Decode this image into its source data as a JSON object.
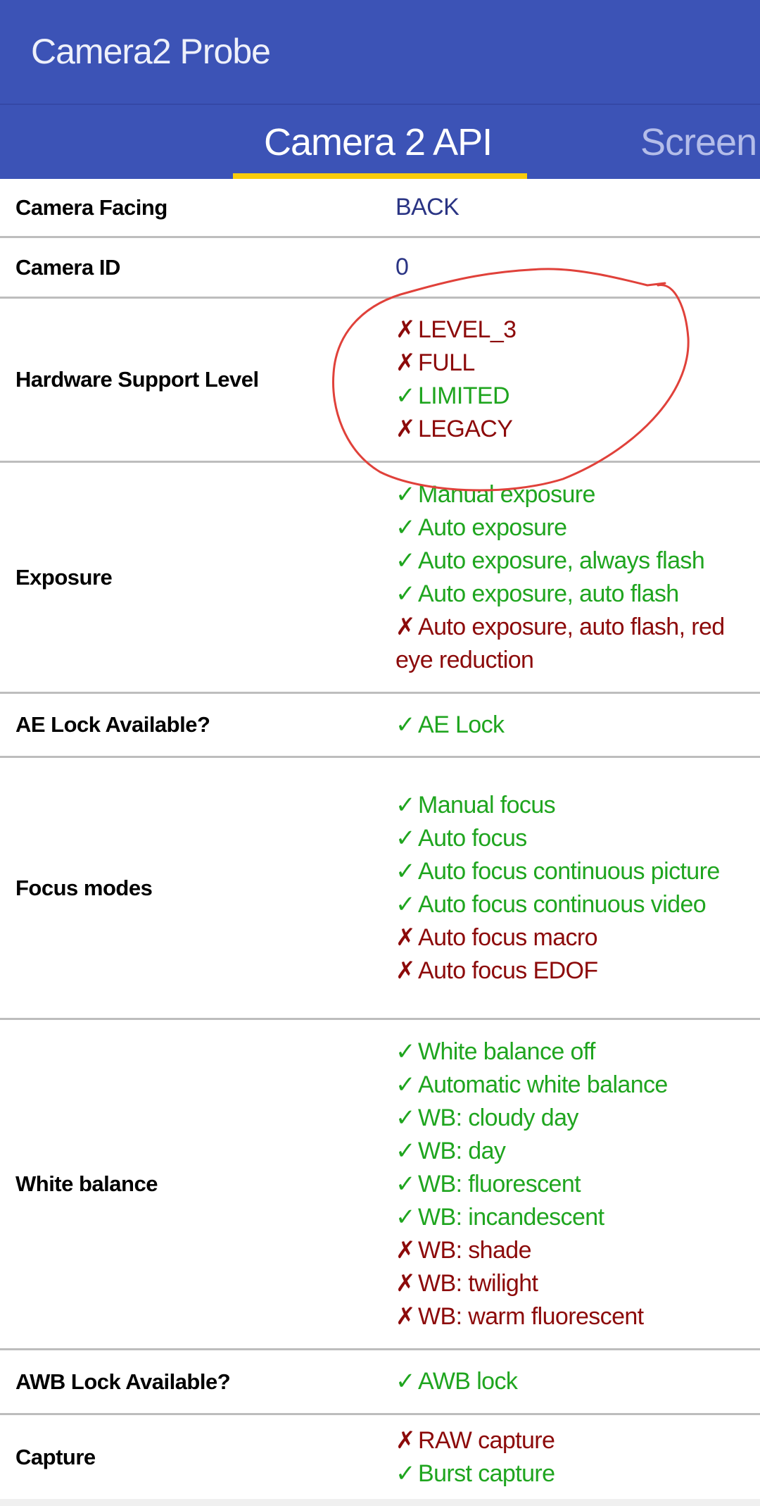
{
  "app_title": "Camera2 Probe",
  "tabs": [
    {
      "label": "Camera 2 API",
      "active": true
    },
    {
      "label": "Screen",
      "active": false
    }
  ],
  "colors": {
    "appbar": "#3c53b6",
    "indicator": "#f8cc0c",
    "supported": "#1fa51f",
    "unsupported": "#8c0a0a",
    "annotation": "#e0413a"
  },
  "rows": [
    {
      "label": "Camera Facing",
      "values": [
        {
          "text": "BACK",
          "status": "plain"
        }
      ]
    },
    {
      "label": "Camera ID",
      "values": [
        {
          "text": "0",
          "status": "plain"
        }
      ]
    },
    {
      "label": "Hardware Support Level",
      "values": [
        {
          "mark": "✗",
          "text": "LEVEL_3",
          "status": "no"
        },
        {
          "mark": "✗",
          "text": "FULL",
          "status": "no"
        },
        {
          "mark": "✓",
          "text": "LIMITED",
          "status": "ok"
        },
        {
          "mark": "✗",
          "text": "LEGACY",
          "status": "no"
        }
      ]
    },
    {
      "label": "Exposure",
      "values": [
        {
          "mark": "✓",
          "text": "Manual exposure",
          "status": "ok"
        },
        {
          "mark": "✓",
          "text": "Auto exposure",
          "status": "ok"
        },
        {
          "mark": "✓",
          "text": "Auto exposure, always flash",
          "status": "ok"
        },
        {
          "mark": "✓",
          "text": "Auto exposure, auto flash",
          "status": "ok"
        },
        {
          "mark": "✗",
          "text": "Auto exposure, auto flash, red eye reduction",
          "status": "no"
        }
      ]
    },
    {
      "label": "AE Lock Available?",
      "values": [
        {
          "mark": "✓",
          "text": "AE Lock",
          "status": "ok"
        }
      ]
    },
    {
      "label": "Focus modes",
      "values": [
        {
          "mark": "✓",
          "text": "Manual focus",
          "status": "ok"
        },
        {
          "mark": "✓",
          "text": "Auto focus",
          "status": "ok"
        },
        {
          "mark": "✓",
          "text": "Auto focus continuous picture",
          "status": "ok"
        },
        {
          "mark": "✓",
          "text": "Auto focus continuous video",
          "status": "ok"
        },
        {
          "mark": "✗",
          "text": "Auto focus macro",
          "status": "no"
        },
        {
          "mark": "✗",
          "text": "Auto focus EDOF",
          "status": "no"
        }
      ]
    },
    {
      "label": "White balance",
      "values": [
        {
          "mark": "✓",
          "text": "White balance off",
          "status": "ok"
        },
        {
          "mark": "✓",
          "text": "Automatic white balance",
          "status": "ok"
        },
        {
          "mark": "✓",
          "text": "WB: cloudy day",
          "status": "ok"
        },
        {
          "mark": "✓",
          "text": "WB: day",
          "status": "ok"
        },
        {
          "mark": "✓",
          "text": "WB: fluorescent",
          "status": "ok"
        },
        {
          "mark": "✓",
          "text": "WB: incandescent",
          "status": "ok"
        },
        {
          "mark": "✗",
          "text": "WB: shade",
          "status": "no"
        },
        {
          "mark": "✗",
          "text": "WB: twilight",
          "status": "no"
        },
        {
          "mark": "✗",
          "text": "WB: warm fluorescent",
          "status": "no"
        }
      ]
    },
    {
      "label": "AWB Lock Available?",
      "values": [
        {
          "mark": "✓",
          "text": "AWB lock",
          "status": "ok"
        }
      ]
    },
    {
      "label": "Capture",
      "values": [
        {
          "mark": "✗",
          "text": "RAW capture",
          "status": "no"
        },
        {
          "mark": "✓",
          "text": "Burst capture",
          "status": "ok"
        }
      ]
    }
  ]
}
